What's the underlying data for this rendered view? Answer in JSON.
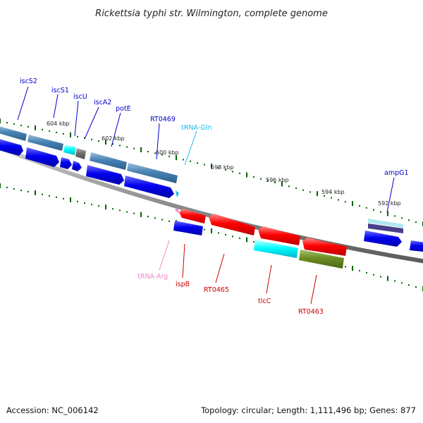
{
  "title": "Rickettsia typhi str. Wilmington, complete genome",
  "footer": {
    "accession": "Accession: NC_006142",
    "summary": "Topology: circular; Length: 1,111,496 bp; Genes: 877"
  },
  "colors": {
    "label_blue": "#0000cc",
    "label_red": "#cc0000",
    "label_cyan": "#20b8e8",
    "label_pink": "#ee88c8",
    "cds_blue": "#0000ee",
    "cds_red": "#ff0000",
    "gene_steel": "#4682b4",
    "trna_cyan": "#00ffff",
    "olive": "#6b8e23",
    "tick_green": "#006400",
    "backbone": "#888888"
  },
  "kbp_ticks": [
    "604 kbp",
    "602 kbp",
    "600 kbp",
    "598 kbp",
    "596 kbp",
    "594 kbp",
    "592 kbp"
  ],
  "gene_labels": {
    "iscS2": "iscS2",
    "iscS1": "iscS1",
    "iscU": "iscU",
    "iscA2": "iscA2",
    "potE": "potE",
    "RT0469": "RT0469",
    "tRNA_Gln": "tRNA-Gln",
    "ampG1": "ampG1",
    "tRNA_Arg": "tRNA-Arg",
    "ispB": "ispB",
    "RT0465": "RT0465",
    "tlcC": "tlcC",
    "RT0463": "RT0463"
  }
}
